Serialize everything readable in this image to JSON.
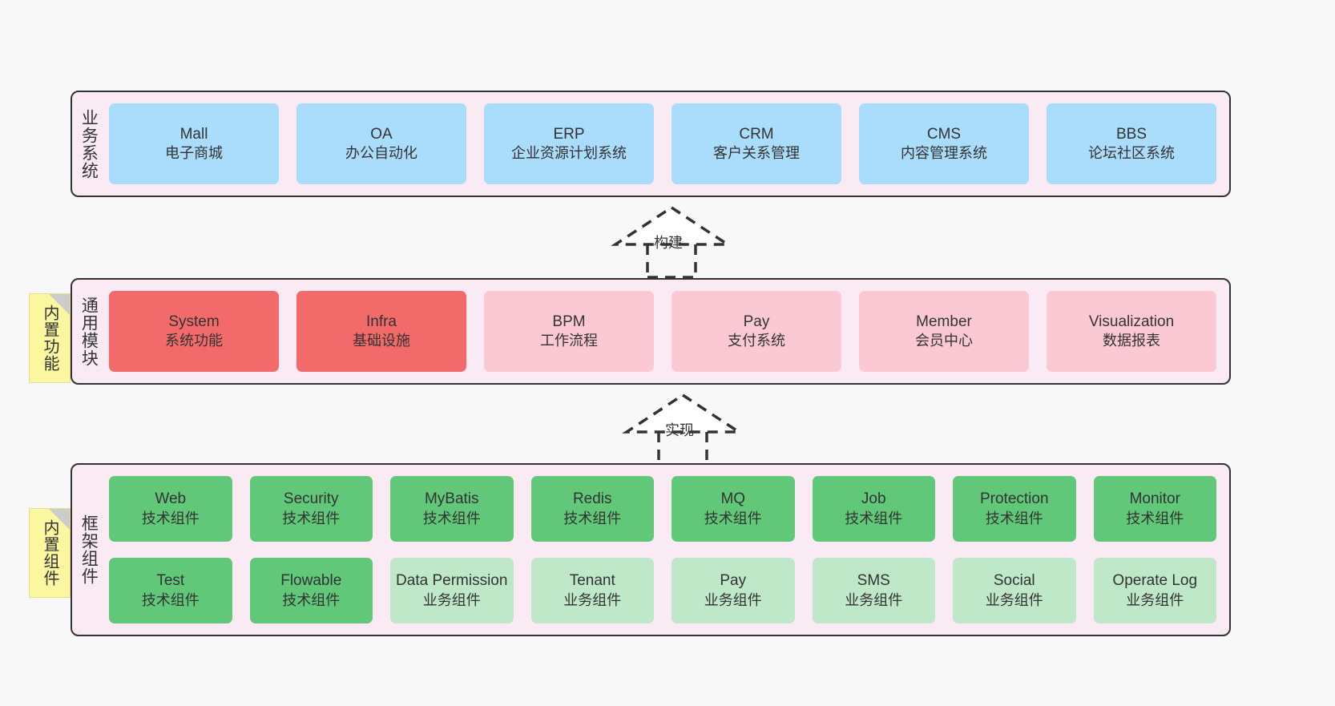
{
  "layers": [
    {
      "id": "business-systems",
      "title": "业务系统",
      "rows": [
        {
          "nodes": [
            {
              "en": "Mall",
              "cn": "电子商城",
              "color": "blue"
            },
            {
              "en": "OA",
              "cn": "办公自动化",
              "color": "blue"
            },
            {
              "en": "ERP",
              "cn": "企业资源计划系统",
              "color": "blue"
            },
            {
              "en": "CRM",
              "cn": "客户关系管理",
              "color": "blue"
            },
            {
              "en": "CMS",
              "cn": "内容管理系统",
              "color": "blue"
            },
            {
              "en": "BBS",
              "cn": "论坛社区系统",
              "color": "blue"
            }
          ]
        }
      ]
    },
    {
      "id": "common-modules",
      "title": "通用模块",
      "side_tag": "内置功能",
      "rows": [
        {
          "nodes": [
            {
              "en": "System",
              "cn": "系统功能",
              "color": "red"
            },
            {
              "en": "Infra",
              "cn": "基础设施",
              "color": "red"
            },
            {
              "en": "BPM",
              "cn": "工作流程",
              "color": "pink"
            },
            {
              "en": "Pay",
              "cn": "支付系统",
              "color": "pink"
            },
            {
              "en": "Member",
              "cn": "会员中心",
              "color": "pink"
            },
            {
              "en": "Visualization",
              "cn": "数据报表",
              "color": "pink"
            }
          ]
        }
      ]
    },
    {
      "id": "framework-components",
      "title": "框架组件",
      "side_tag": "内置组件",
      "rows": [
        {
          "nodes": [
            {
              "en": "Web",
              "cn": "技术组件",
              "color": "green"
            },
            {
              "en": "Security",
              "cn": "技术组件",
              "color": "green"
            },
            {
              "en": "MyBatis",
              "cn": "技术组件",
              "color": "green"
            },
            {
              "en": "Redis",
              "cn": "技术组件",
              "color": "green"
            },
            {
              "en": "MQ",
              "cn": "技术组件",
              "color": "green"
            },
            {
              "en": "Job",
              "cn": "技术组件",
              "color": "green"
            },
            {
              "en": "Protection",
              "cn": "技术组件",
              "color": "green"
            },
            {
              "en": "Monitor",
              "cn": "技术组件",
              "color": "green"
            }
          ]
        },
        {
          "nodes": [
            {
              "en": "Test",
              "cn": "技术组件",
              "color": "green"
            },
            {
              "en": "Flowable",
              "cn": "技术组件",
              "color": "green"
            },
            {
              "en": "Data Permission",
              "cn": "业务组件",
              "color": "lgreen"
            },
            {
              "en": "Tenant",
              "cn": "业务组件",
              "color": "lgreen"
            },
            {
              "en": "Pay",
              "cn": "业务组件",
              "color": "lgreen"
            },
            {
              "en": "SMS",
              "cn": "业务组件",
              "color": "lgreen"
            },
            {
              "en": "Social",
              "cn": "业务组件",
              "color": "lgreen"
            },
            {
              "en": "Operate Log",
              "cn": "业务组件",
              "color": "lgreen"
            }
          ]
        }
      ]
    }
  ],
  "connectors": [
    {
      "id": "build",
      "label": "构建",
      "from": "common-modules",
      "to": "business-systems"
    },
    {
      "id": "implement",
      "label": "实现",
      "from": "framework-components",
      "to": "common-modules"
    }
  ],
  "colors": {
    "background": "#f8f8f8",
    "band_fill": "#faeaf4",
    "band_stroke": "#333333",
    "blue": "#aadcfb",
    "red": "#f26a6a",
    "pink": "#fbc9d3",
    "green": "#60c878",
    "light_green": "#bfe8c8",
    "sticky_note": "#fbf6a0",
    "sticky_fold": "#cccccc",
    "text": "#333333"
  }
}
